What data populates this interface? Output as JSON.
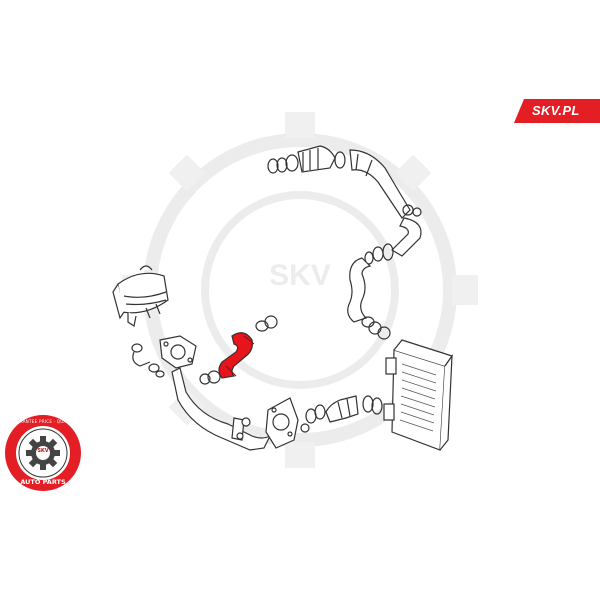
{
  "brand": {
    "name": "SKV.PL",
    "color": "#e31e24"
  },
  "watermark": {
    "text": "SKV",
    "color": "#e8e8e8"
  },
  "seal": {
    "top_text": "GUARANTEE PRICE · QUALITY",
    "mark_text": "SKV",
    "bottom_text": "AUTO PARTS",
    "color": "#e31e24"
  },
  "diagram": {
    "line_color": "#333333",
    "highlight_color": "#e8141c",
    "highlighted_part": "intercooler-hose"
  }
}
